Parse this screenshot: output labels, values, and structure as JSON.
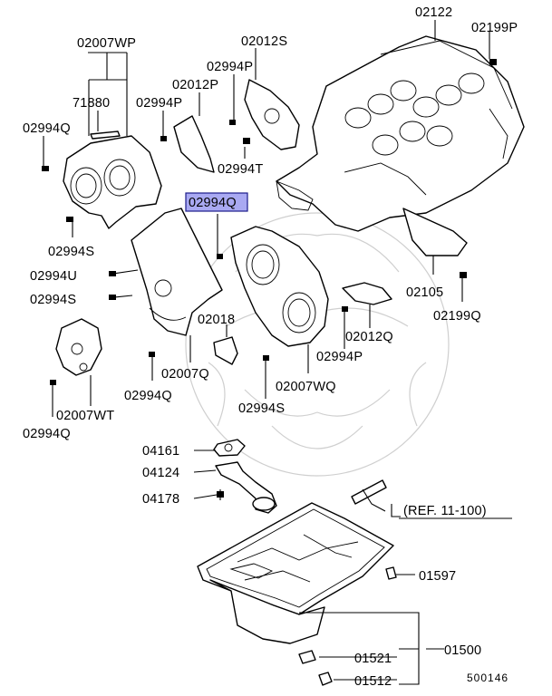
{
  "diagram": {
    "highlighted_part": "02994Q",
    "labels": {
      "p02122": "02122",
      "p02199P": "02199P",
      "p02007WP": "02007WP",
      "p02012S": "02012S",
      "p02994P_a": "02994P",
      "p02012P": "02012P",
      "p71880": "71880",
      "p02994P_b": "02994P",
      "p02994Q_a": "02994Q",
      "p02994T": "02994T",
      "p02994Q_hl": "02994Q",
      "p02994S_a": "02994S",
      "p02994U": "02994U",
      "p02994S_b": "02994S",
      "p02105": "02105",
      "p02199Q": "02199Q",
      "p02012Q": "02012Q",
      "p02018": "02018",
      "p02994P_c": "02994P",
      "p02007Q": "02007Q",
      "p02994Q_b": "02994Q",
      "p02007WQ": "02007WQ",
      "p02007WT": "02007WT",
      "p02994S_c": "02994S",
      "p02994Q_c": "02994Q",
      "p04161": "04161",
      "p04124": "04124",
      "p04178": "04178",
      "ref": "(REF. 11-100)",
      "p01597": "01597",
      "p01521": "01521",
      "p01500": "01500",
      "p01512": "01512"
    },
    "figure_code": "500146"
  }
}
